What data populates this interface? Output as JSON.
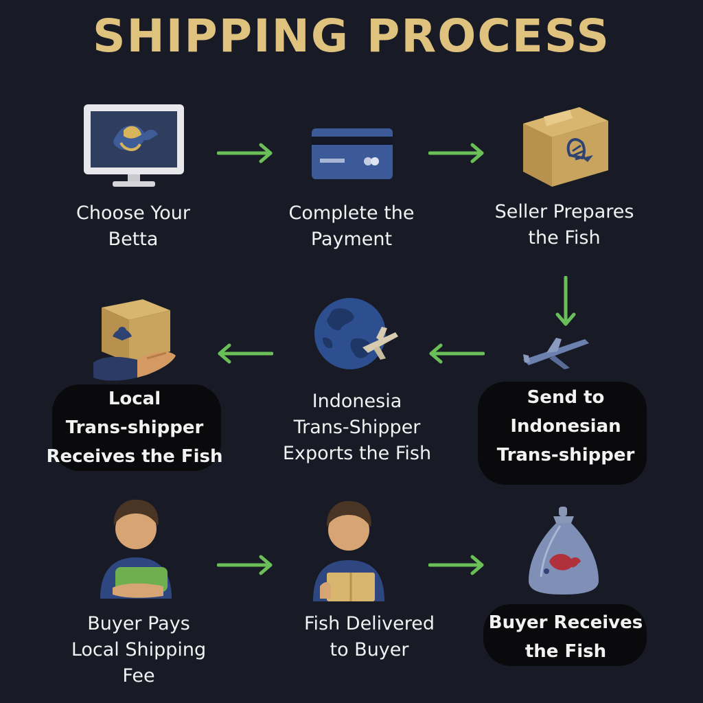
{
  "title": "SHIPPING PROCESS",
  "colors": {
    "title": "#e0c27f",
    "arrow": "#6bbf59",
    "background": "#181b26",
    "text": "#f2f2f2"
  },
  "steps": [
    {
      "label": "Choose Your\nBetta",
      "icon": "monitor-betta-icon"
    },
    {
      "label": "Complete the\nPayment",
      "icon": "credit-card-icon"
    },
    {
      "label": "Seller Prepares\nthe Fish",
      "icon": "box-fish-icon"
    },
    {
      "label": "Send to\nIndonesian\nTrans-shipper",
      "icon": "airplane-icon"
    },
    {
      "label": "Indonesia\nTrans-Shipper\nExports the Fish",
      "icon": "globe-plane-icon"
    },
    {
      "label": "Local\nTrans-shipper\nReceives the Fish",
      "icon": "hand-box-icon"
    },
    {
      "label": "Buyer Pays\nLocal Shipping\nFee",
      "icon": "person-money-icon"
    },
    {
      "label": "Fish Delivered\nto Buyer",
      "icon": "person-box-icon"
    },
    {
      "label": "Buyer Receives\nthe Fish",
      "icon": "fish-bag-icon"
    }
  ]
}
